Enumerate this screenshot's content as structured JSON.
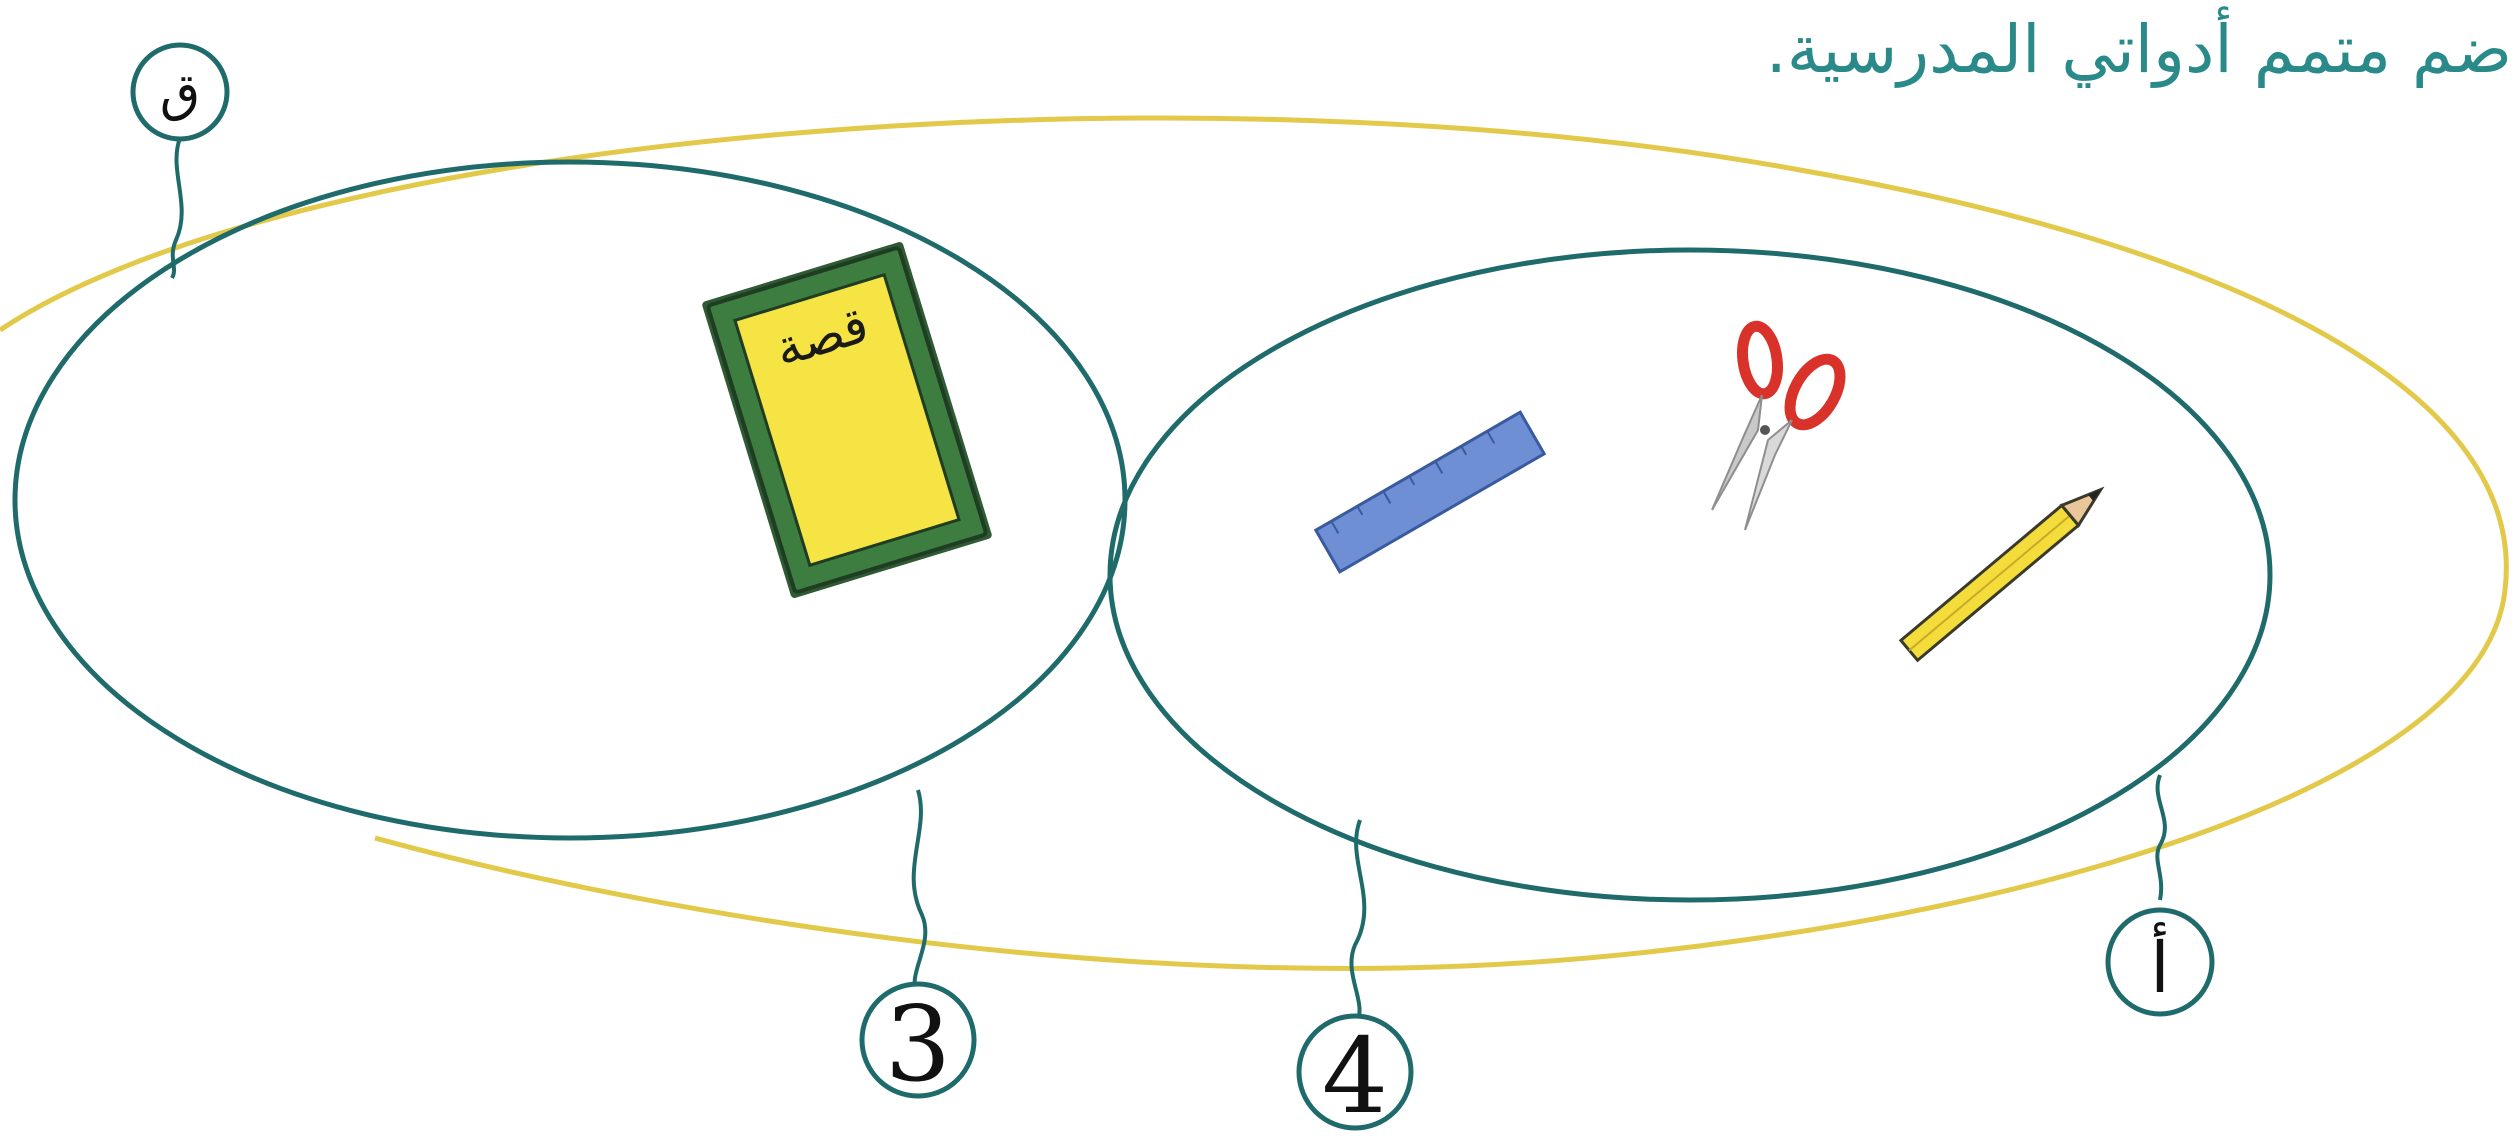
{
  "heading": "ضم متمم أدواتي المدرسية.",
  "labels": {
    "universe": "ق",
    "set_a": "أ",
    "region_3": "3",
    "region_4": "4"
  },
  "book_cover_text": "قصة",
  "items": [
    "book-icon",
    "ruler-icon",
    "scissors-icon",
    "pencil-icon"
  ],
  "colors": {
    "universe_outline": "#e3c94a",
    "set_outline": "#1f6b6b",
    "label_outline": "#1f6b6b",
    "book_cover": "#f6e445",
    "book_border": "#2f7a3a",
    "ruler": "#6f8fd4",
    "scissors": "#d8322a",
    "pencil": "#f4dc3a"
  }
}
